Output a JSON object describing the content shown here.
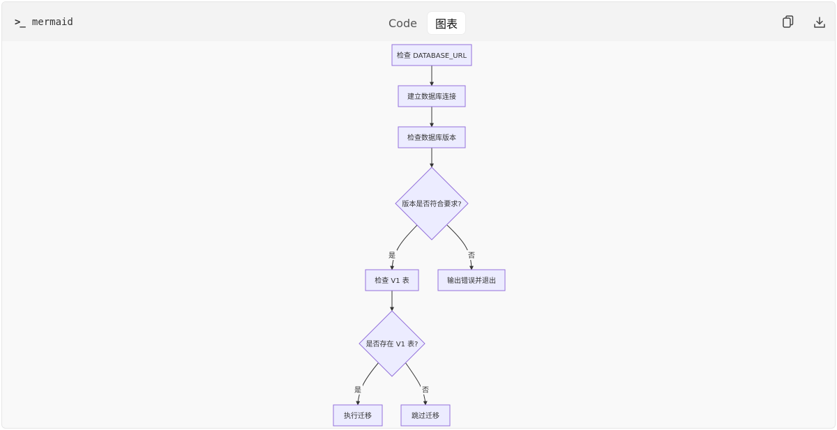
{
  "header": {
    "brand_label": "mermaid",
    "tabs": [
      {
        "label": "Code",
        "active": false
      },
      {
        "label": "图表",
        "active": true
      }
    ],
    "actions": {
      "copy_icon": "copy-icon",
      "download_icon": "download-icon"
    }
  },
  "colors": {
    "node_fill": "#ececff",
    "node_stroke": "#9370db",
    "edge": "#333333",
    "text": "#333333",
    "panel_bg": "#f9f9f9",
    "header_bg": "#f3f3f3"
  },
  "diagram": {
    "nodes": [
      {
        "id": "n1",
        "shape": "rect",
        "label": "检查 DATABASE_URL"
      },
      {
        "id": "n2",
        "shape": "rect",
        "label": "建立数据库连接"
      },
      {
        "id": "n3",
        "shape": "rect",
        "label": "检查数据库版本"
      },
      {
        "id": "n4",
        "shape": "diamond",
        "label": "版本是否符合要求?"
      },
      {
        "id": "n5",
        "shape": "rect",
        "label": "检查 V1 表"
      },
      {
        "id": "n6",
        "shape": "rect",
        "label": "输出错误并退出"
      },
      {
        "id": "n7",
        "shape": "diamond",
        "label": "是否存在 V1 表?"
      },
      {
        "id": "n8",
        "shape": "rect",
        "label": "执行迁移"
      },
      {
        "id": "n9",
        "shape": "rect",
        "label": "跳过迁移"
      }
    ],
    "edges": [
      {
        "from": "n1",
        "to": "n2",
        "label": ""
      },
      {
        "from": "n2",
        "to": "n3",
        "label": ""
      },
      {
        "from": "n3",
        "to": "n4",
        "label": ""
      },
      {
        "from": "n4",
        "to": "n5",
        "label": "是"
      },
      {
        "from": "n4",
        "to": "n6",
        "label": "否"
      },
      {
        "from": "n5",
        "to": "n7",
        "label": ""
      },
      {
        "from": "n7",
        "to": "n8",
        "label": "是"
      },
      {
        "from": "n7",
        "to": "n9",
        "label": "否"
      }
    ]
  }
}
